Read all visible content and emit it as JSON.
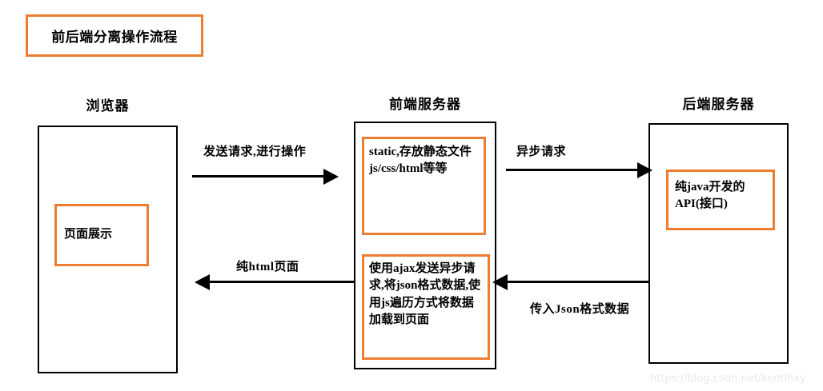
{
  "diagram": {
    "title": "前后端分离操作流程",
    "watermark": "https://blog.csdn.net/kentlhxy",
    "accent_color": "#ED7D31",
    "line_color": "#000000",
    "background_color": "#FFFFFF"
  },
  "columns": [
    {
      "id": "browser",
      "header": "浏览器",
      "inner_label": "页面展示"
    },
    {
      "id": "frontend",
      "header": "前端服务器",
      "inner_top_label": "static,存放静态文件js/css/html等等",
      "inner_bottom_label": "使用ajax发送异步请求,将json格式数据,使用js遍历方式将数据加载到页面"
    },
    {
      "id": "backend",
      "header": "后端服务器",
      "inner_label": "纯java开发的API(接口)"
    }
  ],
  "arrows": [
    {
      "id": "send-request",
      "label": "发送请求,进行操作",
      "from": "browser",
      "to": "frontend",
      "direction": "right"
    },
    {
      "id": "async-request",
      "label": "异步请求",
      "from": "frontend",
      "to": "backend",
      "direction": "right"
    },
    {
      "id": "pure-html",
      "label": "纯html页面",
      "from": "frontend",
      "to": "browser",
      "direction": "left"
    },
    {
      "id": "json-data",
      "label": "传入Json格式数据",
      "from": "backend",
      "to": "frontend",
      "direction": "left"
    }
  ]
}
